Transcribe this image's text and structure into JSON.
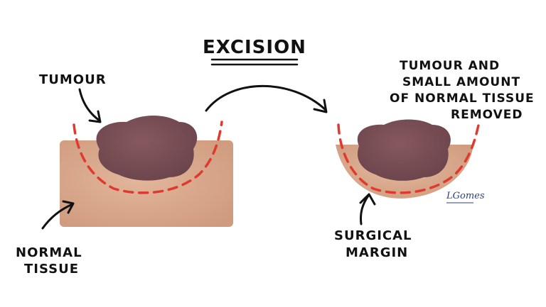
{
  "title": "EXCISION",
  "labels": {
    "tumour": "TUMOUR",
    "normal_tissue": [
      "NORMAL",
      "TISSUE"
    ],
    "removed": [
      "TUMOUR AND",
      "SMALL AMOUNT",
      "OF NORMAL TISSUE",
      "REMOVED"
    ],
    "surgical_margin": [
      "SURGICAL",
      "MARGIN"
    ]
  },
  "signature": "LGomes",
  "colors": {
    "skin": "#d9a88c",
    "tumour": "#7a4f56",
    "margin_line": "#e03a2f",
    "ink": "#111111"
  }
}
